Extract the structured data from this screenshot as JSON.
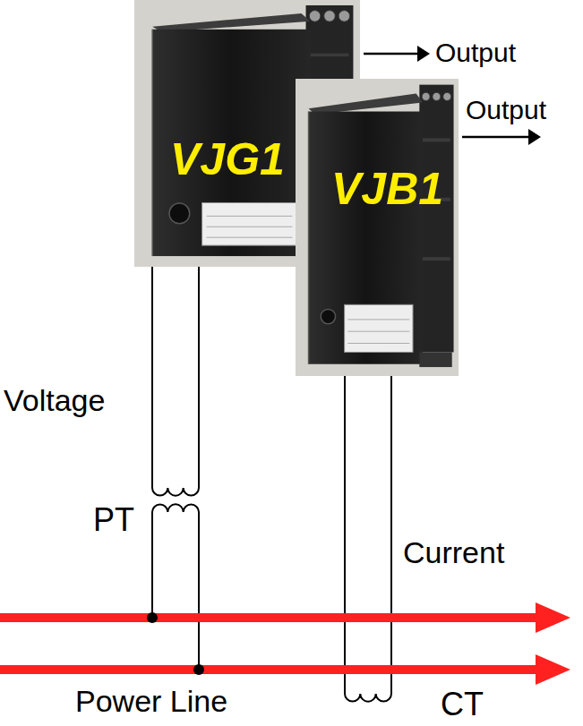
{
  "diagram": {
    "nodes": [
      {
        "text": [
          "VJG1"
        ]
      },
      {
        "text": [
          "VJB1"
        ]
      }
    ],
    "labels": [
      "Output",
      "Output",
      "Voltage",
      "PT",
      "Current",
      "Power Line",
      "CT"
    ]
  }
}
